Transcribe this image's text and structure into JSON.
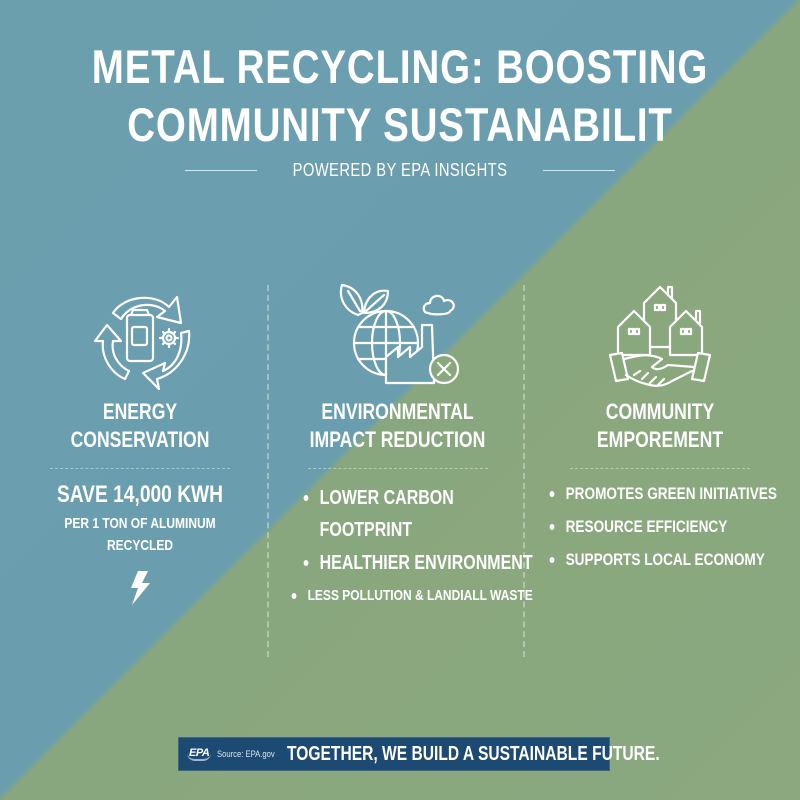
{
  "colors": {
    "background_blue": "#6b9fae",
    "background_green": "#8aa87e",
    "banner_navy": "#1c4a73",
    "text": "#ffffff"
  },
  "header": {
    "title_line1": "METAL RECYCLING: BOOSTING",
    "title_line2": "COMMUNITY SUSTANABILIT",
    "subtitle": "POWERED BY EPA INSIGHTS"
  },
  "columns": [
    {
      "icon": "recycle-can-gear-icon",
      "title_line1": "ENERGY",
      "title_line2": "CONSERVATION",
      "stat": "SAVE 14,000 KWH",
      "stat_sub_line1": "PER 1 TON OF ALUMINUM",
      "stat_sub_line2": "RECYCLED",
      "footer_icon": "lightning-bolt-icon"
    },
    {
      "icon": "globe-factory-icon",
      "title_line1": "ENVIRONMENTAL",
      "title_line2": "IMPACT REDUCTION",
      "bullets": [
        "LOWER CARBON",
        "FOOTPRINT",
        "HEALTHIER ENVIRONMENT",
        "LESS POLLUTION & LANDIALL WASTE"
      ]
    },
    {
      "icon": "houses-handshake-icon",
      "title_line1": "COMMUNITY",
      "title_line2": "EMPOREMENT",
      "bullets": [
        "PROMOTES GREEN INITIATIVES",
        "RESOURCE EFFICIENCY",
        "SUPPORTS LOCAL ECONOMY"
      ]
    }
  ],
  "footer": {
    "logo_text": "EPA",
    "source": "Source: EPA.gov",
    "tagline": "TOGETHER, WE BUILD A SUSTAINABLE FUTURE."
  }
}
